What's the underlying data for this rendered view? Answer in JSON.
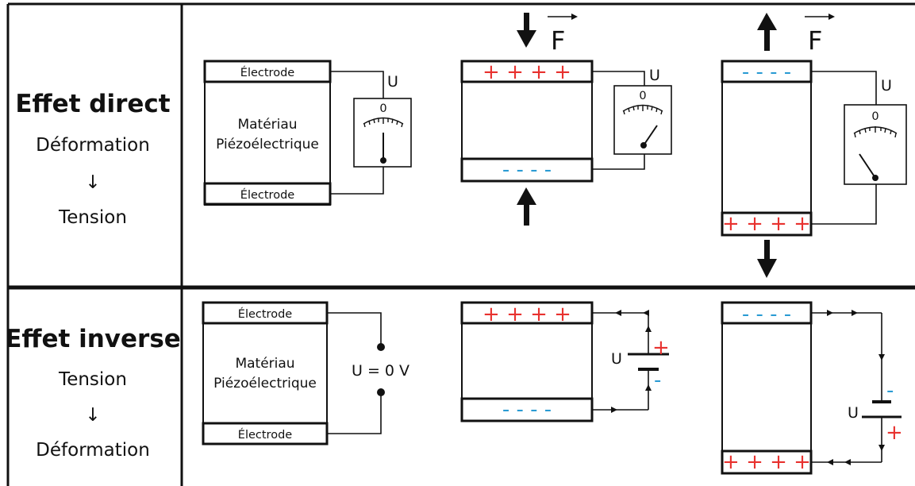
{
  "left_column": {
    "direct": {
      "title": "Effet direct",
      "line1": "Déformation",
      "arrow": "↓",
      "line2": "Tension"
    },
    "inverse": {
      "title": "Effet inverse",
      "line1": "Tension",
      "arrow": "↓",
      "line2": "Déformation"
    }
  },
  "labels": {
    "electrode": "Électrode",
    "material_line1": "Matériau",
    "material_line2": "Piézoélectrique",
    "voltage": "U",
    "zero": "0",
    "force": "F",
    "zero_volt": "U = 0 V"
  },
  "charges": {
    "plus4": "+ + + +",
    "minus4": "- - - -",
    "plus": "+",
    "minus": "-"
  },
  "colors": {
    "positive": "#e8322f",
    "negative": "#2a9bd3",
    "line": "#111111"
  }
}
